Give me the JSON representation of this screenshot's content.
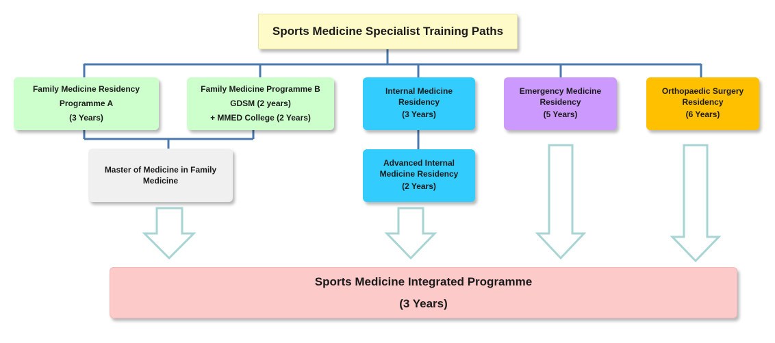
{
  "title": "Sports Medicine Specialist Training Paths",
  "colors": {
    "connector": "#4a78ad",
    "arrow_stroke": "#a9d4d4",
    "title_fill": "#fffbc8",
    "family_fill": "#ccffcc",
    "master_fill": "#f0f0f0",
    "internal_fill": "#33ccff",
    "emergency_fill": "#cc99ff",
    "ortho_fill": "#ffc000",
    "integrated_fill": "#fdcaca"
  },
  "paths": {
    "family_a": {
      "lines": [
        "Family Medicine Residency",
        "Programme A",
        "(3 Years)"
      ]
    },
    "family_b": {
      "lines": [
        "Family Medicine Programme B",
        "GDSM (2 years)",
        "+ MMED College (2 Years)"
      ]
    },
    "internal": {
      "lines": [
        "Internal Medicine",
        "Residency",
        "(3 Years)"
      ]
    },
    "emergency": {
      "lines": [
        "Emergency Medicine",
        "Residency",
        "(5 Years)"
      ]
    },
    "ortho": {
      "lines": [
        "Orthopaedic Surgery",
        "Residency",
        "(6 Years)"
      ]
    }
  },
  "secondary": {
    "master": {
      "lines": [
        "Master of Medicine in Family",
        "Medicine"
      ]
    },
    "advanced_internal": {
      "lines": [
        "Advanced Internal",
        "Medicine Residency",
        "(2 Years)"
      ]
    }
  },
  "integrated": {
    "lines": [
      "Sports Medicine Integrated Programme",
      "(3 Years)"
    ]
  }
}
